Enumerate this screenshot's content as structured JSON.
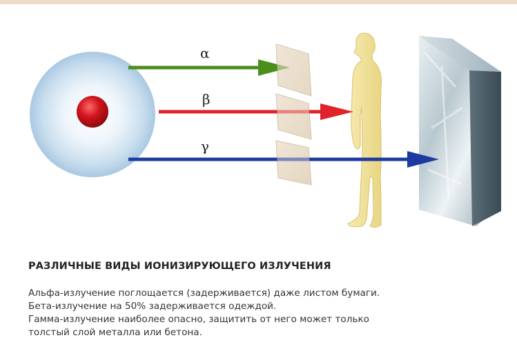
{
  "diagram": {
    "rays": [
      {
        "id": "alpha",
        "symbol": "α",
        "color": "#4a8f1c"
      },
      {
        "id": "beta",
        "symbol": "β",
        "color": "#e0222a"
      },
      {
        "id": "gamma",
        "symbol": "γ",
        "color": "#1d3aa0"
      }
    ],
    "colors": {
      "source_glow": "#bcd6ea",
      "nucleus": "#d0141c",
      "paper": "#e7dbc9",
      "human": "#f0e19a",
      "concrete_block": "#9fb2bc"
    }
  },
  "caption": {
    "title": "РАЗЛИЧНЫЕ ВИДЫ ИОНИЗИРУЮЩЕГО ИЗЛУЧЕНИЯ",
    "lines": [
      "Альфа-излучение поглощается (задерживается) даже листом бумаги.",
      "Бета-излучение на 50% задерживается одеждой.",
      "Гамма-излучение наиболее опасно, защитить от него может только",
      "толстый слой металла или бетона."
    ]
  }
}
